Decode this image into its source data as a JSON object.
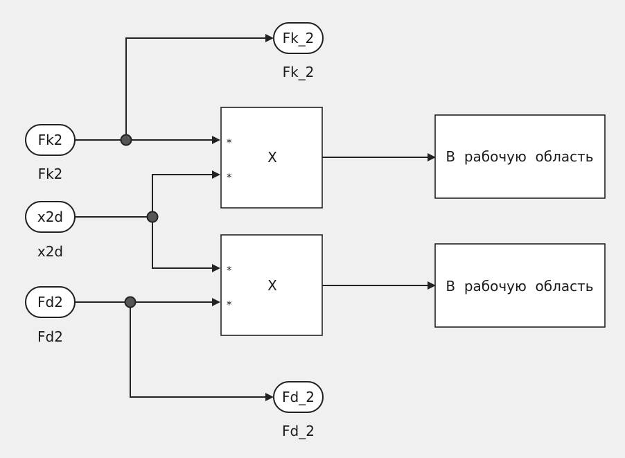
{
  "colors": {
    "background": "#f0f0f0",
    "stroke": "#222222",
    "block_fill": "#ffffff",
    "junction": "#555555"
  },
  "inports": [
    {
      "name": "Fk2",
      "label": "Fk2"
    },
    {
      "name": "x2d",
      "label": "x2d"
    },
    {
      "name": "Fd2",
      "label": "Fd2"
    }
  ],
  "outports": [
    {
      "name": "Fk_2",
      "label": "Fk_2"
    },
    {
      "name": "Fd_2",
      "label": "Fd_2"
    }
  ],
  "products": [
    {
      "name": "X",
      "signs": [
        "*",
        "*"
      ]
    },
    {
      "name": "X",
      "signs": [
        "*",
        "*"
      ]
    }
  ],
  "to_workspace": [
    {
      "text": "В  рабочую  область"
    },
    {
      "text": "В  рабочую  область"
    }
  ]
}
